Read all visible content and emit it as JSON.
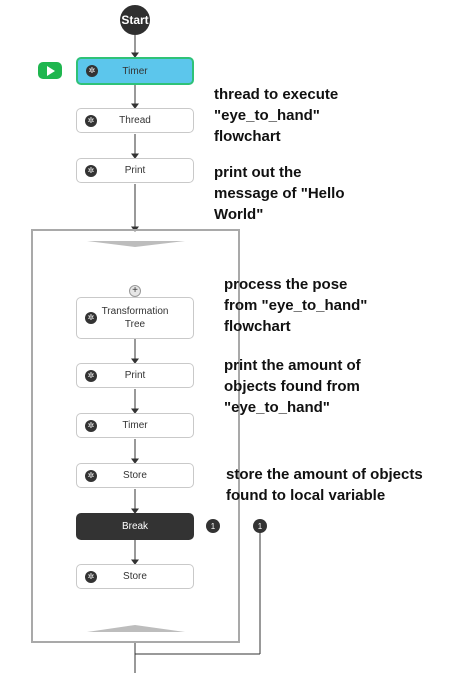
{
  "start_label": "Start",
  "nodes": {
    "timer1": "Timer",
    "thread": "Thread",
    "print1": "Print",
    "transform_line1": "Transformation",
    "transform_line2": "Tree",
    "print2": "Print",
    "timer2": "Timer",
    "store1": "Store",
    "break": "Break",
    "store2": "Store"
  },
  "badges": {
    "break_count": "1",
    "branch_count": "1"
  },
  "add_symbol": "+",
  "annotations": {
    "thread": [
      "thread to execute",
      "\"eye_to_hand\"",
      "flowchart"
    ],
    "print1": [
      "print out the",
      "message of \"Hello",
      "World\""
    ],
    "transform": [
      "process the pose",
      "from \"eye_to_hand\"",
      "flowchart"
    ],
    "print2": [
      "print the amount of",
      "objects found from",
      "\"eye_to_hand\""
    ],
    "store": [
      "store the amount of objects",
      "found to local variable"
    ]
  },
  "icons": {
    "node_icon": "gear-icon",
    "run_indicator": "play-icon",
    "loop_collapse": "chevron-up-icon",
    "loop_expand": "chevron-down-icon"
  },
  "colors": {
    "active_node_fill": "#5cc6ec",
    "active_node_border": "#2fc278",
    "run_indicator": "#1fb64f",
    "dark_node": "#333333"
  }
}
